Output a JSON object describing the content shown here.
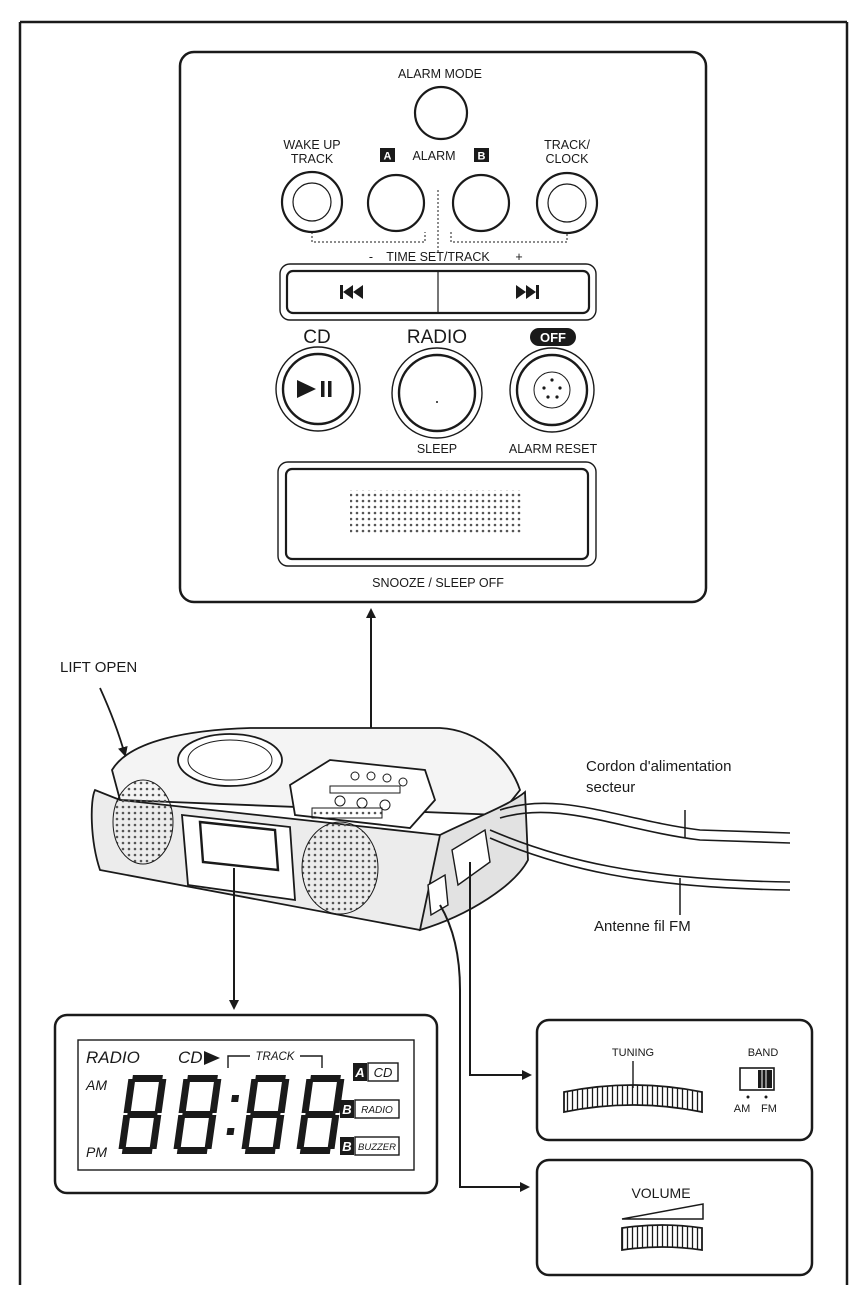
{
  "panel": {
    "alarm_mode": "ALARM MODE",
    "wake_up_track_1": "WAKE UP",
    "wake_up_track_2": "TRACK",
    "alarm_a": "A",
    "alarm": "ALARM",
    "alarm_b": "B",
    "track_clock_1": "TRACK/",
    "track_clock_2": "CLOCK",
    "time_set_minus": "-",
    "time_set_track": "TIME SET/TRACK",
    "time_set_plus": "+",
    "cd": "CD",
    "radio": "RADIO",
    "off": "OFF",
    "sleep": "SLEEP",
    "alarm_reset": "ALARM RESET",
    "snooze": "SNOOZE / SLEEP OFF"
  },
  "callouts": {
    "lift_open": "LIFT OPEN",
    "power_cord_1": "Cordon d'alimentation",
    "power_cord_2": "secteur",
    "fm_antenna": "Antenne fil FM"
  },
  "display": {
    "radio": "RADIO",
    "cd": "CD",
    "track": "TRACK",
    "am": "AM",
    "pm": "PM",
    "a": "A",
    "cd_box": "CD",
    "b": "B",
    "radio_box": "RADIO",
    "buzzer": "BUZZER"
  },
  "tuning": {
    "tuning": "TUNING",
    "band": "BAND",
    "am": "AM",
    "fm": "FM"
  },
  "volume": {
    "volume": "VOLUME"
  },
  "colors": {
    "ink": "#1a1a1a",
    "paper": "#ffffff",
    "device_fill": "#ececec"
  }
}
